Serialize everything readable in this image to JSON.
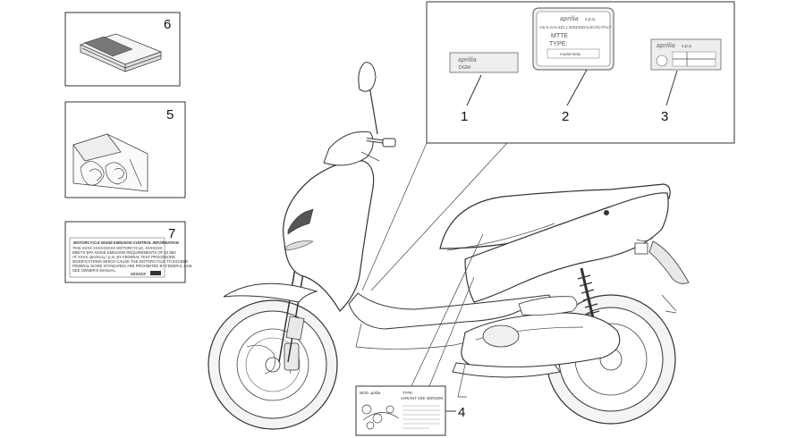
{
  "callouts": [
    {
      "id": "1",
      "label": "1"
    },
    {
      "id": "2",
      "label": "2"
    },
    {
      "id": "3",
      "label": "3"
    },
    {
      "id": "4",
      "label": "4"
    },
    {
      "id": "5",
      "label": "5"
    },
    {
      "id": "6",
      "label": "6"
    },
    {
      "id": "7",
      "label": "7"
    }
  ],
  "label1": {
    "brand": "aprilia",
    "code": "DGM"
  },
  "label2": {
    "brand": "aprilia",
    "brand_suffix": "s.p.a.",
    "address": "Via G.GALILEI,1,30033NOALE(VE)-ITALY",
    "line_mtte": "MTTE",
    "line_type": "TYPE:",
    "made_in": "madeinItaly"
  },
  "label3": {
    "brand": "aprilia",
    "brand_suffix": "s.p.a"
  },
  "label7": {
    "title": "MOTORCYCLE NOISE EMISSION CONTROL INFORMATION",
    "lines": [
      "THIS XXXX XXXXXXXXX MOTORCYCLE, XXXXXXX",
      "MEETS EPA NOISE EMISSION REQUIREMENTS OF 83 dBA",
      "AT XXXX rpm/mcxy / p.m. BY FEDERAL TEST PROCEDURE.",
      "MODIFICATIONS WHICH CAUSE THE MOTORCYCLE TO EXCEED",
      "FEDERAL NOISE STANDARDS ARE PROHIBITED BY FEDERAL LAW.",
      "SEE OWNER'S MANUAL."
    ],
    "code": "XXXXXX"
  },
  "label4": {
    "header_left": "MOD. aprilia",
    "header_right": "TYPE",
    "row2": "VARIANT   VEE VERSION"
  },
  "colors": {
    "line": "#333333",
    "fill": "#ffffff",
    "label_fill": "#eeeeee"
  }
}
